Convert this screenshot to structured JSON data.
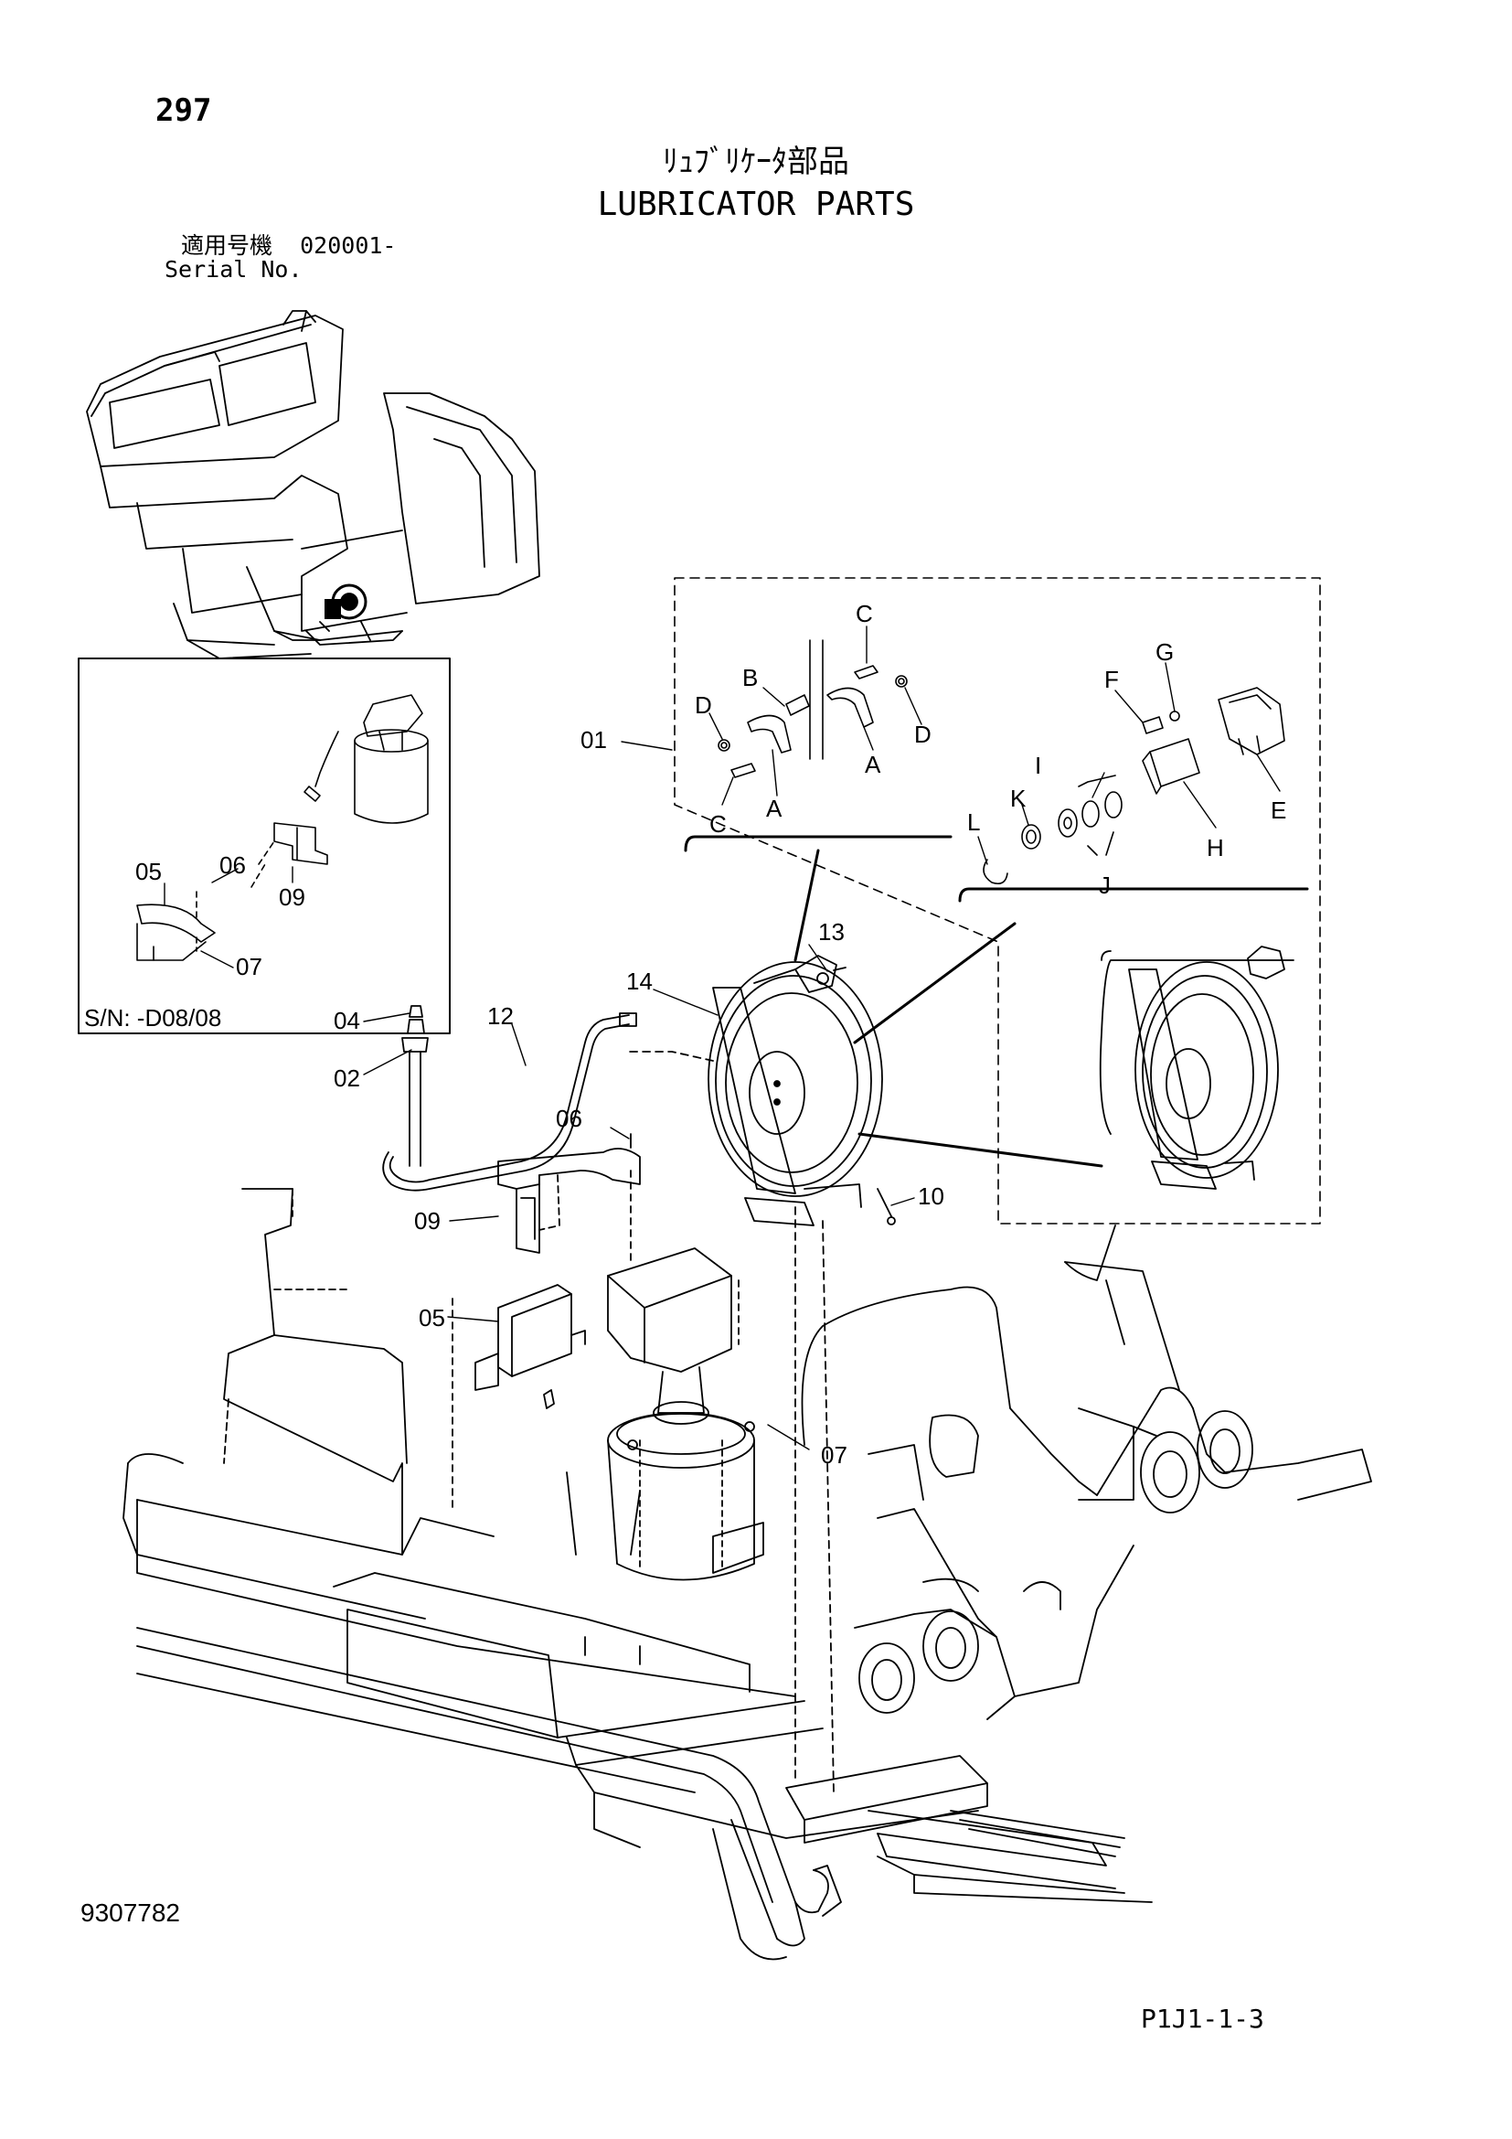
{
  "header": {
    "page_number": "297",
    "title_jp": "ﾘｭﾌﾞﾘｹｰﾀ部品",
    "title_en": "LUBRICATOR PARTS",
    "serial_label_jp": "適用号機",
    "serial_value": "020001-",
    "serial_label_en": "Serial No."
  },
  "inset_box": {
    "label": "S/N: -D08/08",
    "callouts": [
      "05",
      "06",
      "07",
      "09"
    ]
  },
  "exploded_box": {
    "callouts": [
      "A",
      "B",
      "C",
      "D",
      "E",
      "F",
      "G",
      "H",
      "I",
      "J",
      "K",
      "L"
    ]
  },
  "main_callouts": [
    "01",
    "02",
    "04",
    "05",
    "06",
    "07",
    "09",
    "10",
    "12",
    "13",
    "14"
  ],
  "footer": {
    "document_number": "9307782",
    "figure_code": "P1J1-1-3"
  }
}
